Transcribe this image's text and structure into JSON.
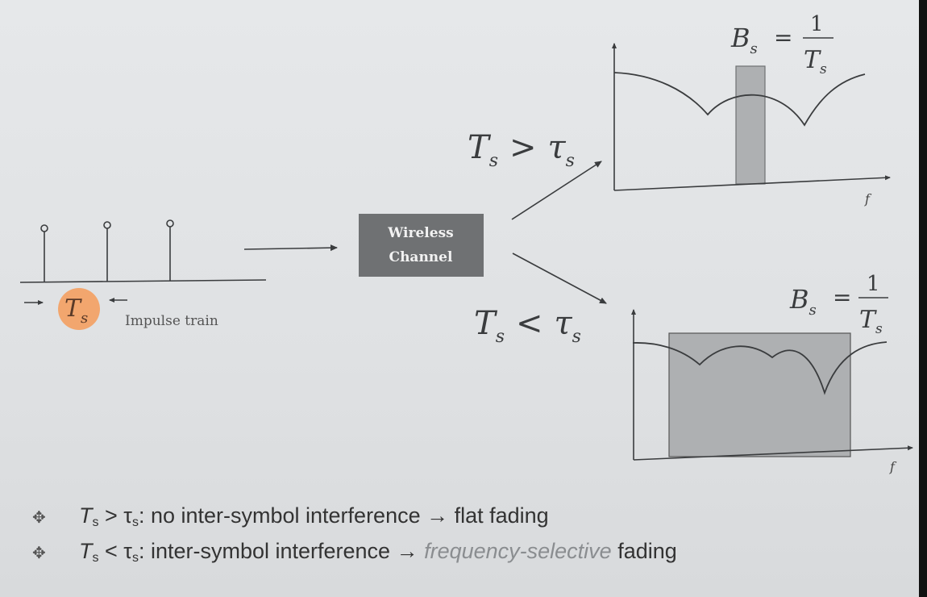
{
  "channel": {
    "line1": "Wireless",
    "line2": "Channel"
  },
  "input": {
    "symbol_label": "T",
    "symbol_sub": "s",
    "caption": "Impulse train"
  },
  "branches": {
    "upper": {
      "lhs": "T",
      "lhs_sub": "s",
      "op": ">",
      "rhs": "τ",
      "rhs_sub": "s"
    },
    "lower": {
      "lhs": "T",
      "lhs_sub": "s",
      "op": "<",
      "rhs": "τ",
      "rhs_sub": "s"
    }
  },
  "spectra": {
    "top": {
      "bw_lhs": "B",
      "bw_sub": "s",
      "eq": "=",
      "num": "1",
      "den": "T",
      "den_sub": "s",
      "axis_label": "f"
    },
    "bottom": {
      "bw_lhs": "B",
      "bw_sub": "s",
      "eq": "=",
      "num": "1",
      "den": "T",
      "den_sub": "s",
      "axis_label": "f"
    }
  },
  "bullets": [
    {
      "sym": "T",
      "sub": "s",
      "op": " > ",
      "sym2": "τ",
      "sub2": "s",
      "text": ": no inter-symbol interference → flat fading"
    },
    {
      "sym": "T",
      "sub": "s",
      "op": " < ",
      "sym2": "τ",
      "sub2": "s",
      "text": ": inter-symbol interference → ",
      "emph": "frequency-selective",
      "tail": " fading"
    }
  ],
  "colors": {
    "ink": "#3a3c3e",
    "channel_box": "#6f7173",
    "channel_text": "#f2f2f2",
    "band_fill": "#aeb0b2",
    "highlight": "#f4a060"
  }
}
